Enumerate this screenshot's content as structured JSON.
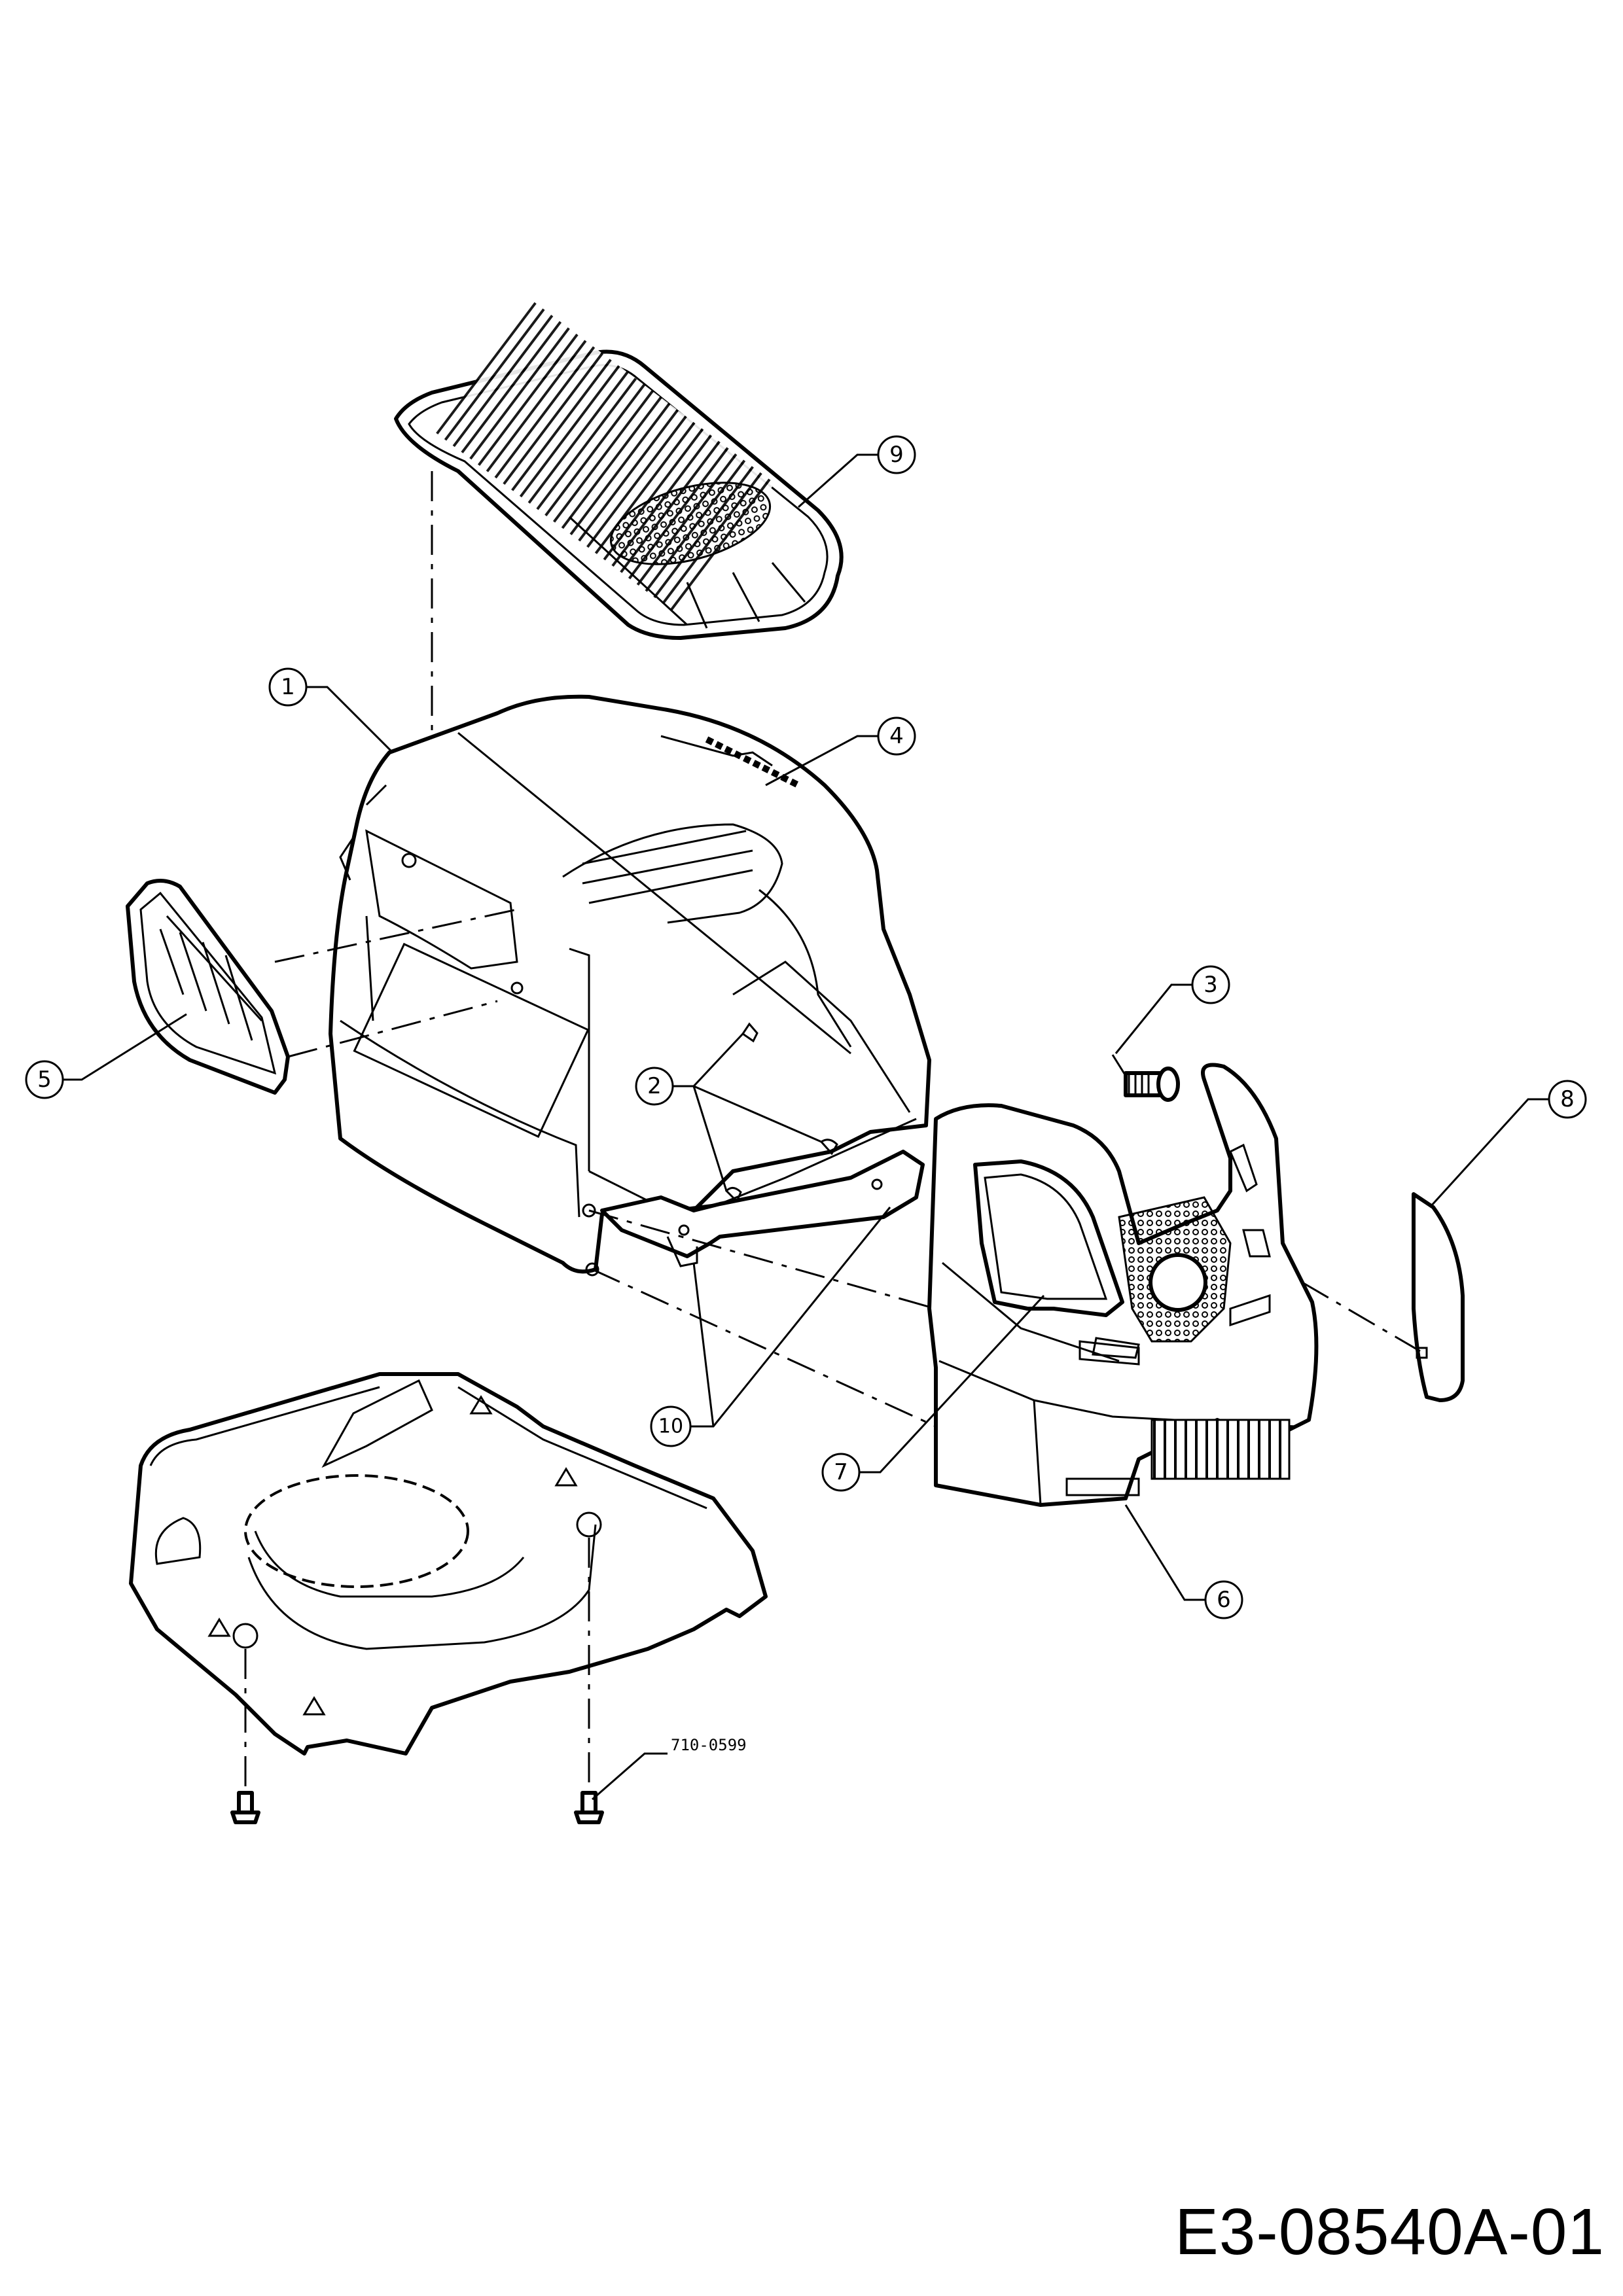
{
  "callouts": [
    {
      "label": "1"
    },
    {
      "label": "2"
    },
    {
      "label": "3"
    },
    {
      "label": "4"
    },
    {
      "label": "5"
    },
    {
      "label": "6"
    },
    {
      "label": "7"
    },
    {
      "label": "8"
    },
    {
      "label": "9"
    },
    {
      "label": "10"
    }
  ],
  "part_number_label": "710-0599",
  "document_number": "E3-08540A-01"
}
